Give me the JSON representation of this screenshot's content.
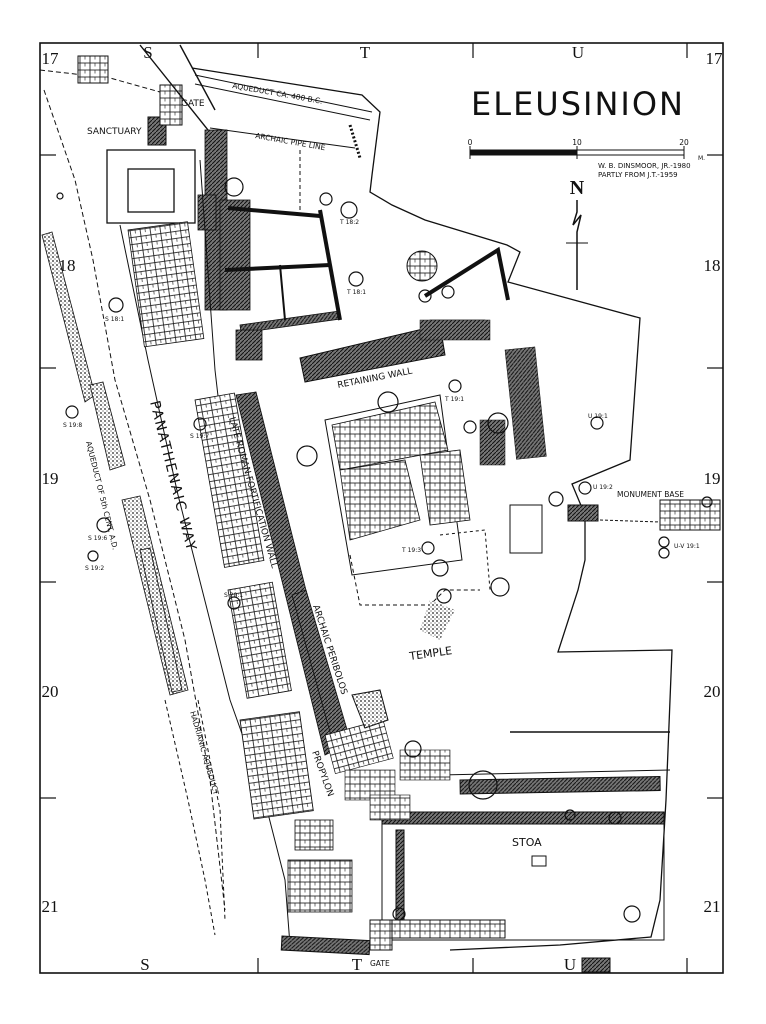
{
  "title": "ELEUSINION",
  "credit": [
    "W. B. DINSMOOR, JR.-1980",
    "PARTLY FROM J.T.-1959"
  ],
  "scale": {
    "ticks": [
      "0",
      "10",
      "20"
    ],
    "unit": "M."
  },
  "north_label": "N",
  "grid": {
    "columns": [
      "S",
      "T",
      "U"
    ],
    "rows": [
      "17",
      "18",
      "19",
      "20",
      "21"
    ]
  },
  "labels": {
    "sanctuary": "SANCTUARY",
    "gate_top": "GATE",
    "aqueduct_400": "AQUEDUCT CA. 400 B.C.",
    "archaic_pipe": "ARCHAIC PIPE LINE",
    "retaining_wall": "RETAINING WALL",
    "panathenaic_way": "PANATHENAIC WAY",
    "late_roman_wall": "LATE ROMAN FORTIFICATION WALL",
    "aqueduct_5th": "AQUEDUCT OF 5th CENT. A.D.",
    "archaic_peribolos": "ARCHAIC PERIBOLOS",
    "temple": "TEMPLE",
    "monument_base": "MONUMENT BASE",
    "propylon": "PROPYLON",
    "hadrianic_aqueduct": "HADRIANIC AQUEDUCT",
    "stoa": "STOA",
    "gate_bottom": "GATE"
  },
  "wells": [
    "T 18:2",
    "T 18:1",
    "S 18:1",
    "S 19:8",
    "S 19:7",
    "T 19:1",
    "U 19:1",
    "U 19:2",
    "S 19:6",
    "S 19:2",
    "T 19:3",
    "S 20:1",
    "U-V 19:1"
  ]
}
